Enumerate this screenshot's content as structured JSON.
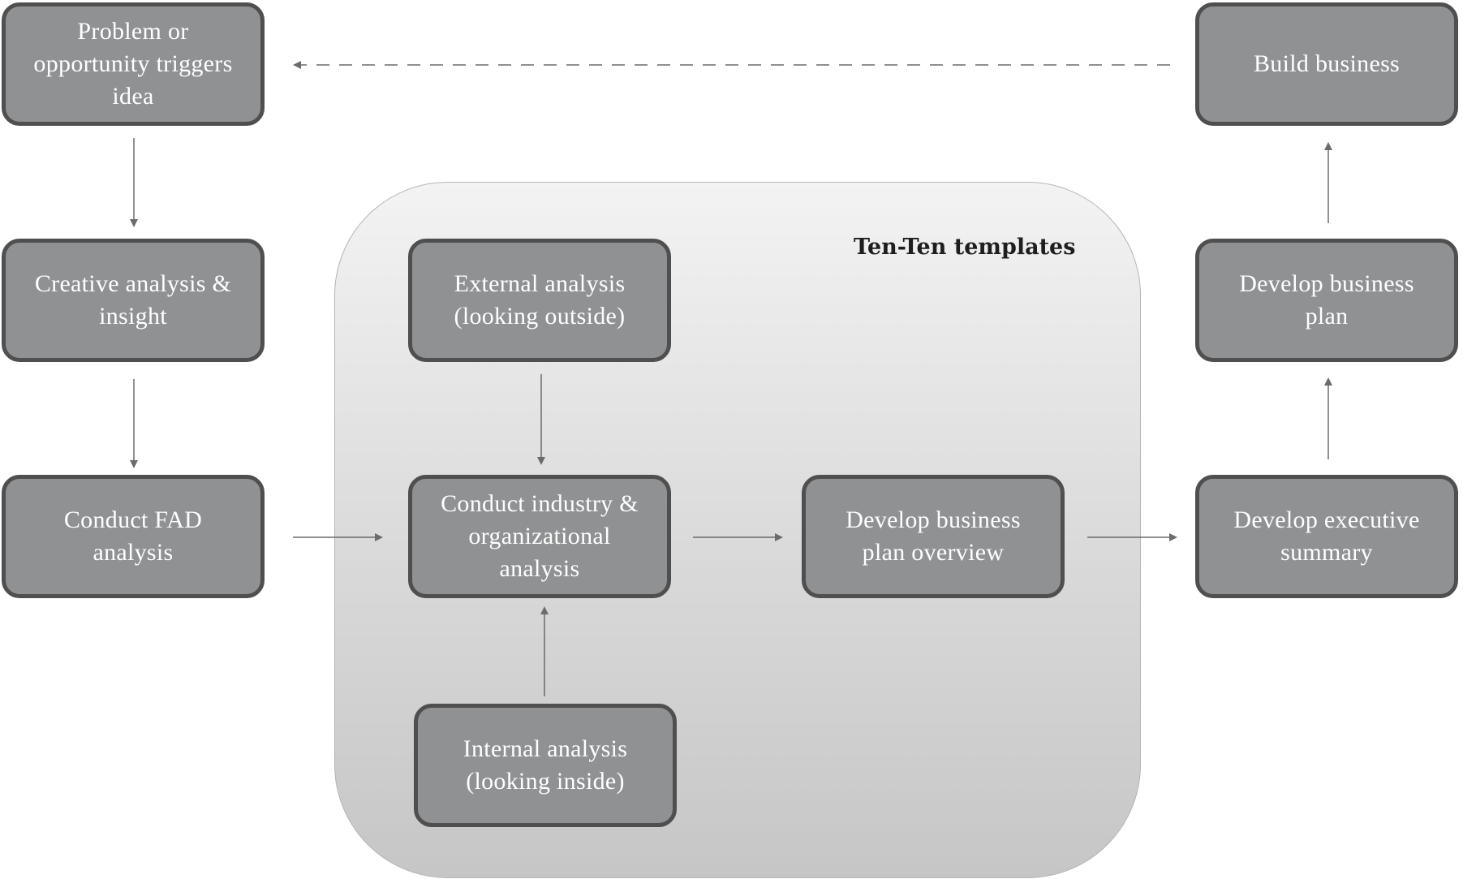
{
  "diagram": {
    "panel_title": "Ten-Ten templates",
    "nodes": {
      "problem": "Problem or opportunity triggers idea",
      "creative": "Creative analysis & insight",
      "fad": "Conduct FAD analysis",
      "external": "External analysis (looking outside)",
      "industry": "Conduct industry & organizational analysis",
      "internal": "Internal analysis (looking inside)",
      "overview": "Develop business plan overview",
      "executive": "Develop executive summary",
      "plan": "Develop business plan",
      "build": "Build business"
    },
    "edges": [
      {
        "from": "problem",
        "to": "creative",
        "style": "solid"
      },
      {
        "from": "creative",
        "to": "fad",
        "style": "solid"
      },
      {
        "from": "fad",
        "to": "industry",
        "style": "solid"
      },
      {
        "from": "external",
        "to": "industry",
        "style": "solid"
      },
      {
        "from": "internal",
        "to": "industry",
        "style": "solid"
      },
      {
        "from": "industry",
        "to": "overview",
        "style": "solid"
      },
      {
        "from": "overview",
        "to": "executive",
        "style": "solid"
      },
      {
        "from": "executive",
        "to": "plan",
        "style": "solid"
      },
      {
        "from": "plan",
        "to": "build",
        "style": "solid"
      },
      {
        "from": "build",
        "to": "problem",
        "style": "dashed"
      }
    ],
    "colors": {
      "box_fill": "#8f9193",
      "box_border": "#4f4f4f",
      "box_text": "#ffffff",
      "arrow": "#6b6b6b",
      "panel_border": "#b5b5b5"
    }
  }
}
